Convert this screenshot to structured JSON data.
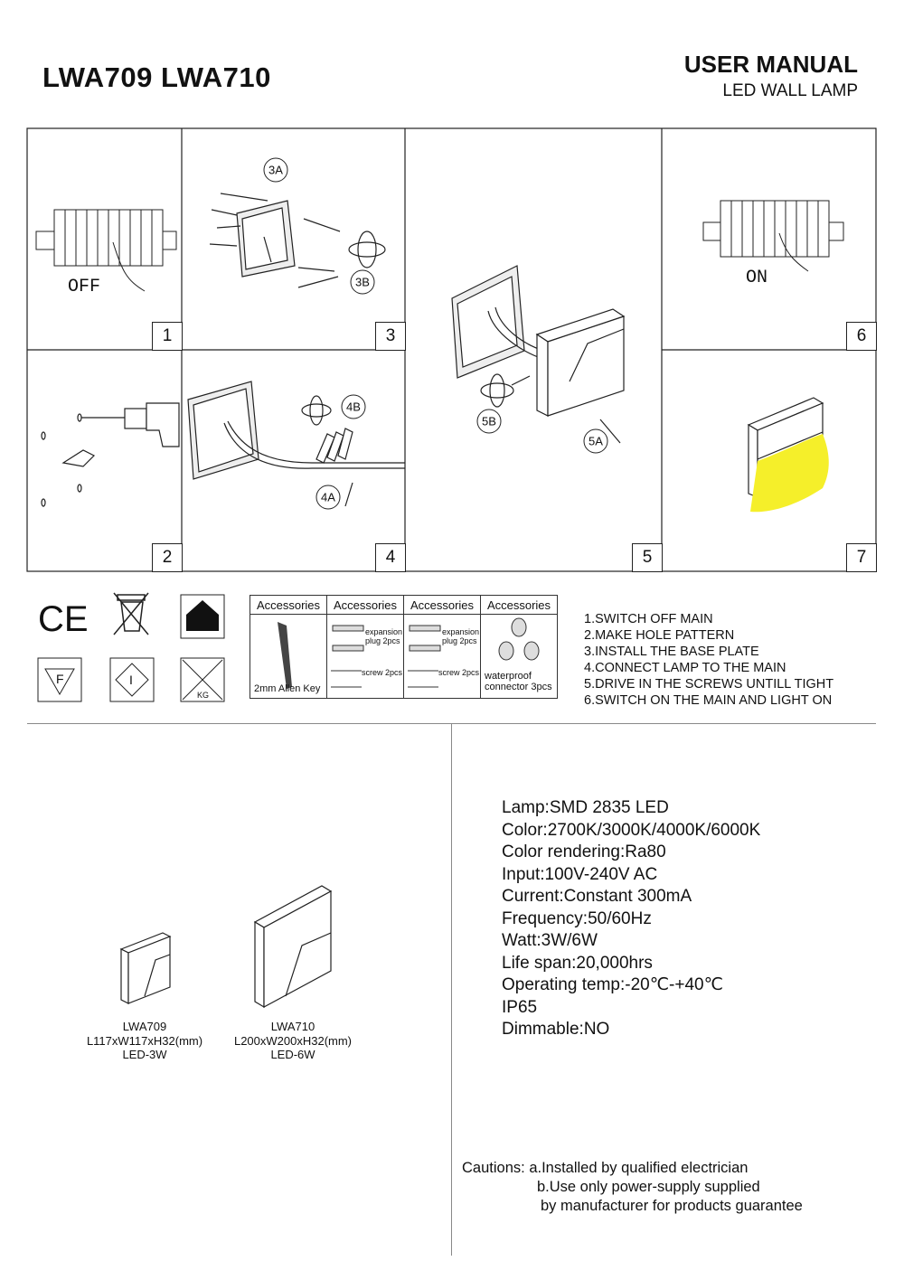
{
  "header": {
    "models": "LWA709 LWA710",
    "manual_title": "USER MANUAL",
    "manual_subtitle": "LED WALL LAMP"
  },
  "steps": {
    "numbers": [
      "1",
      "2",
      "3",
      "4",
      "5",
      "6",
      "7"
    ],
    "callouts": [
      "3A",
      "3B",
      "4A",
      "4B",
      "5A",
      "5B"
    ],
    "switch_off": "OFF",
    "switch_on": "ON"
  },
  "certifications": {
    "ce": "CE",
    "f_mark": "F",
    "i_mark": "I",
    "kg_mark": "KG"
  },
  "accessories": {
    "header": "Accessories",
    "allen_key": "2mm Allen Key",
    "expansion_plug": "expansion plug 2pcs",
    "screw": "screw 2pcs",
    "connector": "waterproof connector 3pcs"
  },
  "instructions": [
    "1.SWITCH OFF MAIN",
    "2.MAKE HOLE PATTERN",
    "3.INSTALL THE BASE PLATE",
    "4.CONNECT LAMP TO THE MAIN",
    "5.DRIVE IN THE SCREWS UNTILL TIGHT",
    "6.SWITCH ON THE MAIN AND LIGHT ON"
  ],
  "specs": [
    {
      "label": "Lamp",
      "value": "SMD 2835 LED"
    },
    {
      "label": "Color",
      "value": "2700K/3000K/4000K/6000K"
    },
    {
      "label": "Color rendering",
      "value": "Ra80"
    },
    {
      "label": "Input",
      "value": "100V-240V AC"
    },
    {
      "label": "Current",
      "value": "Constant 300mA"
    },
    {
      "label": "Frequency",
      "value": "50/60Hz"
    },
    {
      "label": "Watt",
      "value": "3W/6W"
    },
    {
      "label": "Life span",
      "value": "20,000hrs"
    },
    {
      "label": "Operating temp",
      "value": "-20℃-+40℃"
    },
    {
      "label": "IP65",
      "value": ""
    },
    {
      "label": "Dimmable",
      "value": "NO"
    }
  ],
  "products": [
    {
      "model": "LWA709",
      "dims": "L117xW117xH32(mm)",
      "power": "LED-3W"
    },
    {
      "model": "LWA710",
      "dims": "L200xW200xH32(mm)",
      "power": "LED-6W"
    }
  ],
  "cautions": {
    "label": "Cautions:",
    "line1": "a.Installed by qualified electrician",
    "line2": "b.Use only power-supply supplied",
    "line3": "by manufacturer for products guarantee"
  },
  "colors": {
    "light": "#f5ef2a",
    "line": "#222222",
    "fill_gray": "#cfcfcf"
  }
}
